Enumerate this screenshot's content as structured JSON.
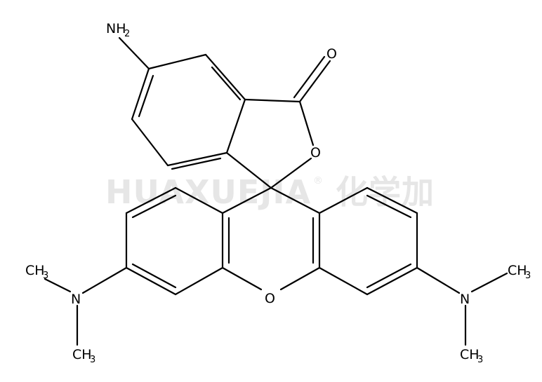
{
  "watermark": {
    "text": "HUAXUEJIA",
    "registered": "®",
    "cjk": "化学加"
  },
  "atoms": {
    "nh2": {
      "main": "NH",
      "sub": "2"
    },
    "carbonyl_o": "O",
    "ring_o": "O",
    "xanthene_o": "O",
    "n_left": "N",
    "n_right": "N",
    "ch3_left_top": {
      "main": "CH",
      "sub": "3"
    },
    "ch3_left_bottom": {
      "main": "CH",
      "sub": "3"
    },
    "ch3_right_top": {
      "main": "CH",
      "sub": "3"
    },
    "ch3_right_bottom": {
      "main": "CH",
      "sub": "3"
    }
  }
}
